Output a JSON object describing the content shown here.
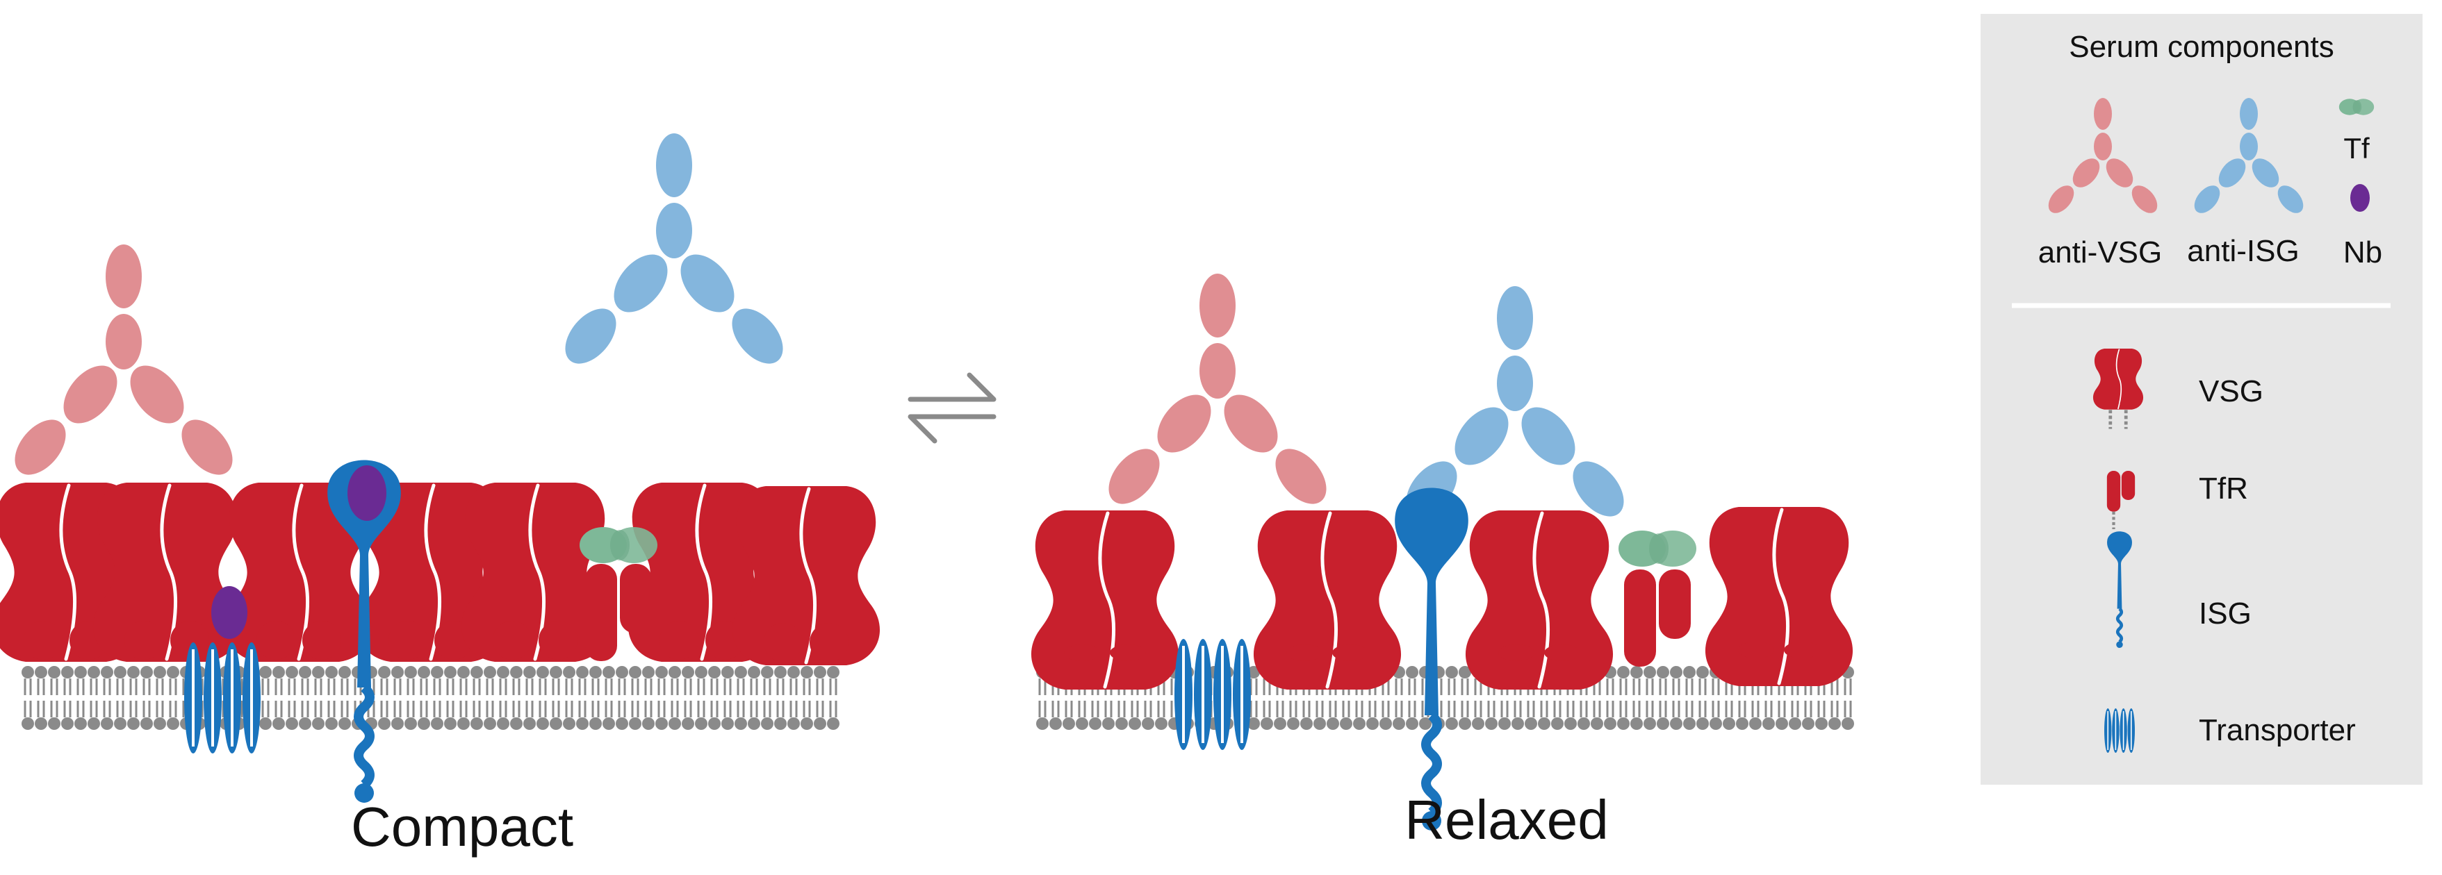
{
  "labels": {
    "compact": "Compact",
    "relaxed": "Relaxed",
    "equilibrium_symbol": "⇋"
  },
  "legend": {
    "title": "Serum components",
    "serum_items": {
      "anti_vsg": "anti-VSG",
      "anti_isg": "anti-ISG",
      "tf": "Tf",
      "nb": "Nb"
    },
    "membrane_items": {
      "vsg": "VSG",
      "tfr": "TfR",
      "isg": "ISG",
      "transporter": "Transporter"
    }
  },
  "colors": {
    "vsg_red": "#c8202d",
    "anti_vsg_pink": "#e08e92",
    "anti_isg_blue": "#84b6dd",
    "isg_blue": "#1a74bd",
    "tf_green": "#7eb898",
    "nb_purple": "#6a2b93",
    "membrane_grey": "#8a8a8a",
    "legend_bg": "#e7e7e7"
  },
  "icons": [
    "anti-vsg-antibody-icon",
    "anti-isg-antibody-icon",
    "vsg-dimer-icon",
    "tfr-icon",
    "isg-icon",
    "transporter-icon",
    "transferrin-icon",
    "nanobody-icon",
    "lipid-bilayer-icon"
  ]
}
